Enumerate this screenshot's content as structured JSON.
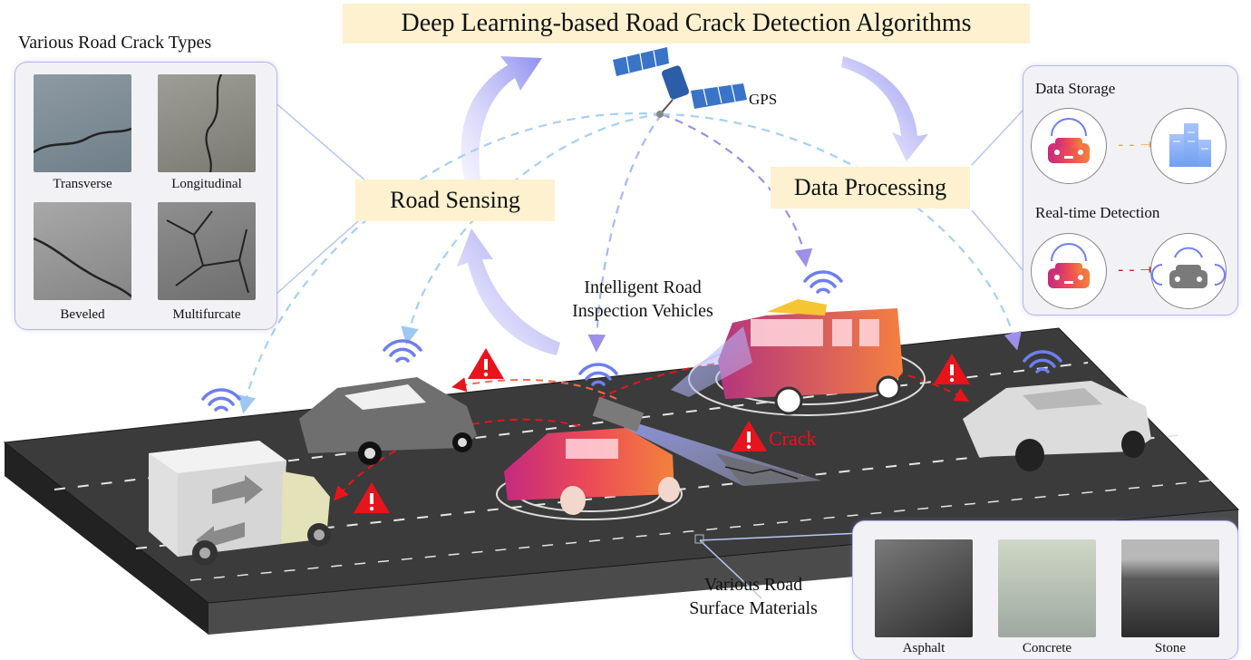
{
  "title": "Deep Learning-based Road Crack Detection Algorithms",
  "labels": {
    "road_sensing": "Road Sensing",
    "data_processing": "Data Processing",
    "gps": "GPS",
    "vehicles": [
      "Intelligent Road",
      "Inspection Vehicles"
    ],
    "crack": "Crack",
    "materials_heading": [
      "Various Road",
      "Surface Materials"
    ]
  },
  "crack_panel": {
    "heading": "Various Road Crack Types",
    "items": [
      "Transverse",
      "Longitudinal",
      "Beveled",
      "Multifurcate"
    ]
  },
  "processing_panel": {
    "storage_label": "Data Storage",
    "detection_label": "Real-time Detection"
  },
  "materials_panel": {
    "items": [
      "Asphalt",
      "Concrete",
      "Stone"
    ]
  },
  "colors": {
    "banner": "#fdf1cf",
    "arrow": "#a9a6f2",
    "warning": "#e8141c",
    "road": "#3a3a3a"
  },
  "icons": [
    "satellite-icon",
    "wifi-icon",
    "warning-icon",
    "car-icon",
    "building-icon",
    "truck-icon"
  ]
}
